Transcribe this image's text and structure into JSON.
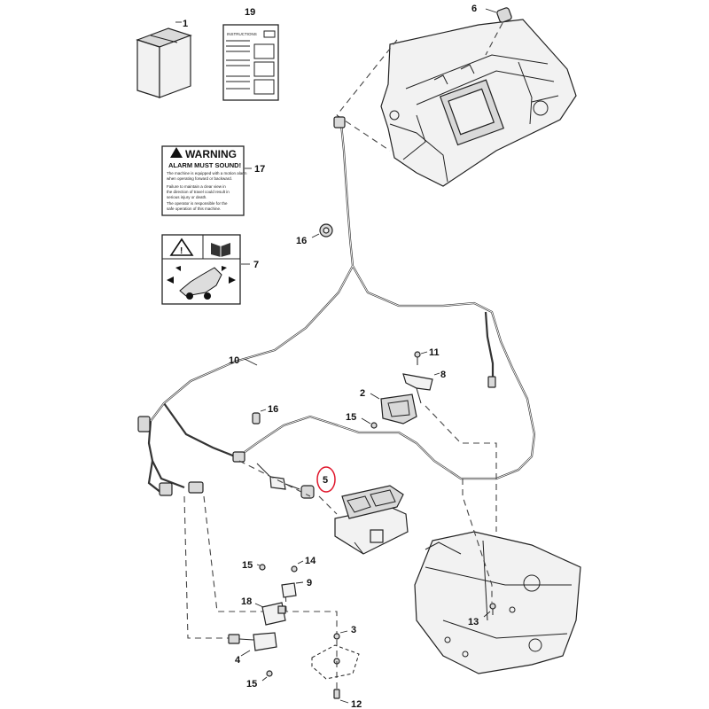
{
  "callouts": [
    {
      "id": "c1",
      "text": "1"
    },
    {
      "id": "c19",
      "text": "19"
    },
    {
      "id": "c6",
      "text": "6"
    },
    {
      "id": "c17",
      "text": "17"
    },
    {
      "id": "c16a",
      "text": "16"
    },
    {
      "id": "c7",
      "text": "7"
    },
    {
      "id": "c10",
      "text": "10"
    },
    {
      "id": "c11",
      "text": "11"
    },
    {
      "id": "c8",
      "text": "8"
    },
    {
      "id": "c2",
      "text": "2"
    },
    {
      "id": "c15a",
      "text": "15"
    },
    {
      "id": "c16b",
      "text": "16"
    },
    {
      "id": "c5",
      "text": "5"
    },
    {
      "id": "c15b",
      "text": "15"
    },
    {
      "id": "c14",
      "text": "14"
    },
    {
      "id": "c9",
      "text": "9"
    },
    {
      "id": "c18",
      "text": "18"
    },
    {
      "id": "c13",
      "text": "13"
    },
    {
      "id": "c3",
      "text": "3"
    },
    {
      "id": "c4",
      "text": "4"
    },
    {
      "id": "c15c",
      "text": "15"
    },
    {
      "id": "c12",
      "text": "12"
    }
  ],
  "decal_instructions": {
    "title": "INSTRUCTIONS"
  },
  "decal_warning": {
    "title": "WARNING",
    "headline": "ALARM MUST SOUND!",
    "line1": "The machine is equipped with a motion alarm",
    "line2": "when operating forward or backward.",
    "line3": "Failure to maintain a clear view in",
    "line4": "the direction of travel could result in",
    "line5": "serious injury or death.",
    "line6": "The operator is responsible for the",
    "line7": "safe operation of this machine."
  },
  "highlight": {
    "callout": "5",
    "color": "#e0182d"
  },
  "colors": {
    "ink": "#222222",
    "highlight": "#e0182d"
  }
}
